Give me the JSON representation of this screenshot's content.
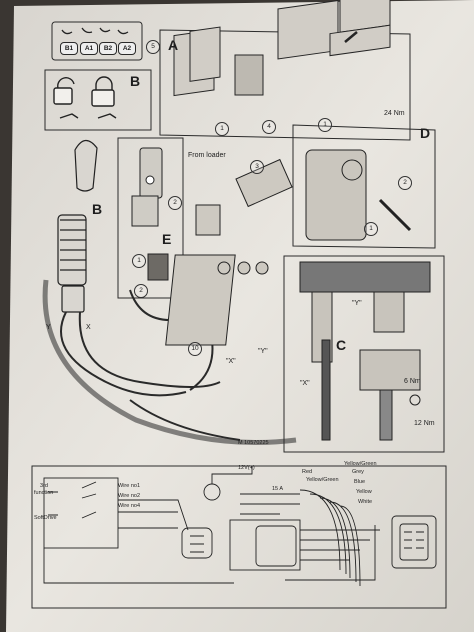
{
  "buttons": [
    "B1",
    "A1",
    "B2",
    "A2"
  ],
  "callout_5": "5",
  "panels": {
    "a": "A",
    "b_top": "B",
    "b_left": "B",
    "c": "C",
    "d": "D",
    "e": "E"
  },
  "callouts": {
    "one_a": "1",
    "one_b": "1",
    "four": "4",
    "two_c": "2",
    "three": "3",
    "two_d": "2",
    "one_d": "1",
    "one_e": "1",
    "two_e": "2",
    "ten": "10"
  },
  "torque": {
    "a": "24 Nm",
    "c1": "6 Nm",
    "c2": "12 Nm"
  },
  "from_loader": "From loader",
  "marks": {
    "y_left": "Y",
    "x_left": "X",
    "x_center": "\"X\"",
    "y_center": "\"Y\"",
    "y_inset": "\"Y\"",
    "x_inset": "\"X\""
  },
  "drawing_number": "M 10570225",
  "wiring": {
    "voltage": "12V(+)",
    "fuse": "15 A",
    "function3": [
      "3rd",
      "function"
    ],
    "softdrive": "SoftDrive",
    "wires": [
      "Wire no1",
      "Wire no2",
      "Wire no4"
    ],
    "colors": [
      "Red",
      "Yellow/Green",
      "Grey",
      "Blue",
      "Yellow",
      "White"
    ],
    "colors_top": "Yellow/Green"
  },
  "colors": {
    "paper": "#e6e3dd",
    "ink": "#1e1e1e",
    "table": "#3a3632"
  }
}
